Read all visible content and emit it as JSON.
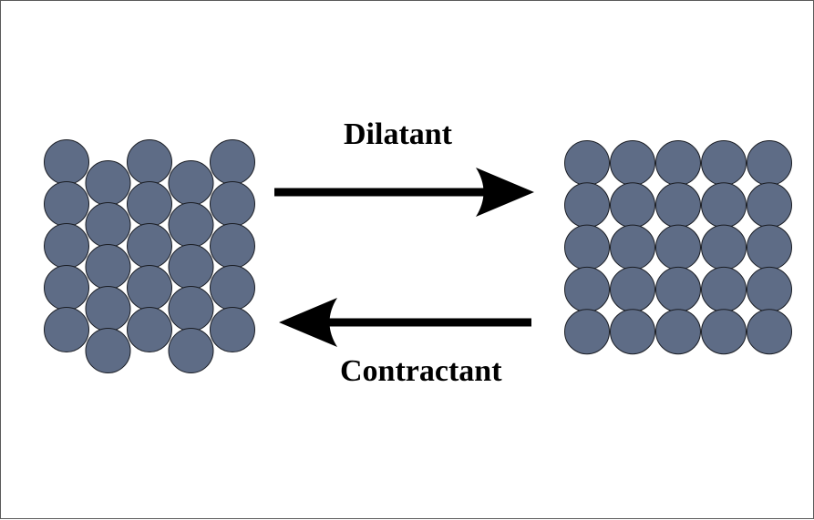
{
  "labels": {
    "top_arrow": "Dilatant",
    "bottom_arrow": "Contractant"
  },
  "packings": {
    "left": {
      "arrangement": "dense offset-column packing",
      "columns": 5,
      "rows_per_column": [
        5,
        5,
        5,
        5,
        5
      ]
    },
    "right": {
      "arrangement": "loose square grid",
      "columns": 5,
      "rows": 5
    }
  },
  "arrows": {
    "top": {
      "direction": "right"
    },
    "bottom": {
      "direction": "left"
    }
  },
  "colors": {
    "particle_fill": "#5e6c86",
    "particle_stroke": "#1a1d24",
    "arrow": "#000000",
    "text": "#000000",
    "background": "#ffffff"
  }
}
